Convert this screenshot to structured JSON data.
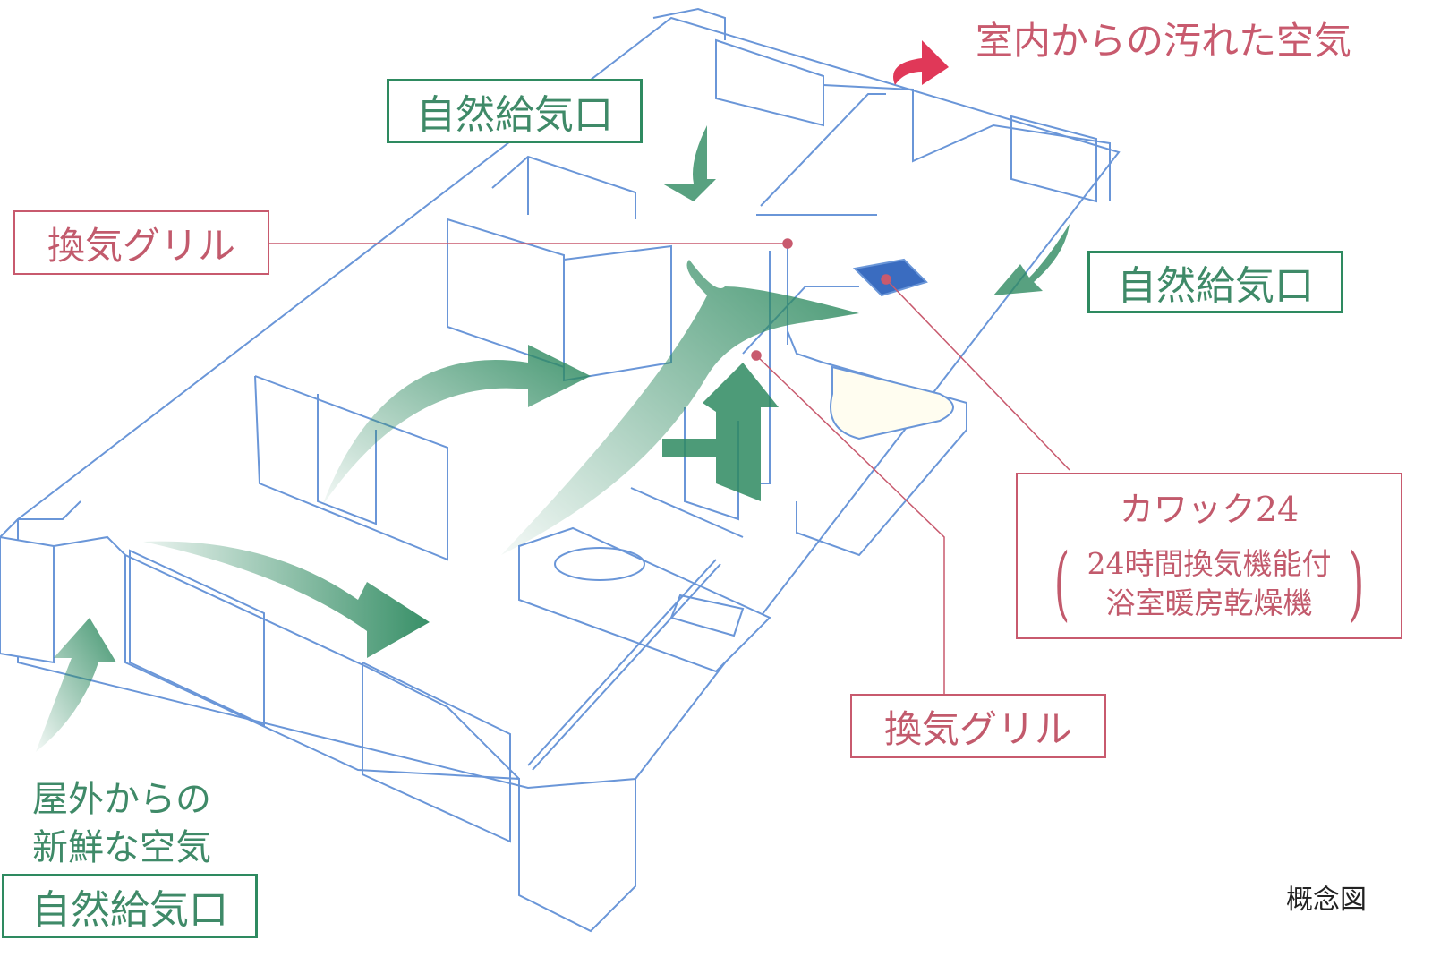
{
  "colors": {
    "green": "#2e8a60",
    "pink": "#c85a6e",
    "line": "#6a96d8"
  },
  "labels": {
    "natural_inlet": "自然給気口",
    "vent_grille": "換気グリル",
    "exhaust": "室内からの汚れた空気",
    "fresh_line1": "屋外からの",
    "fresh_line2": "新鮮な空気",
    "kawack_title": "カワック24",
    "kawack_line1": "24時間換気機能付",
    "kawack_line2": "浴室暖房乾燥機",
    "concept": "概念図"
  },
  "icons": [
    "fresh-air-arrow-icon",
    "exhaust-arrow-icon"
  ]
}
